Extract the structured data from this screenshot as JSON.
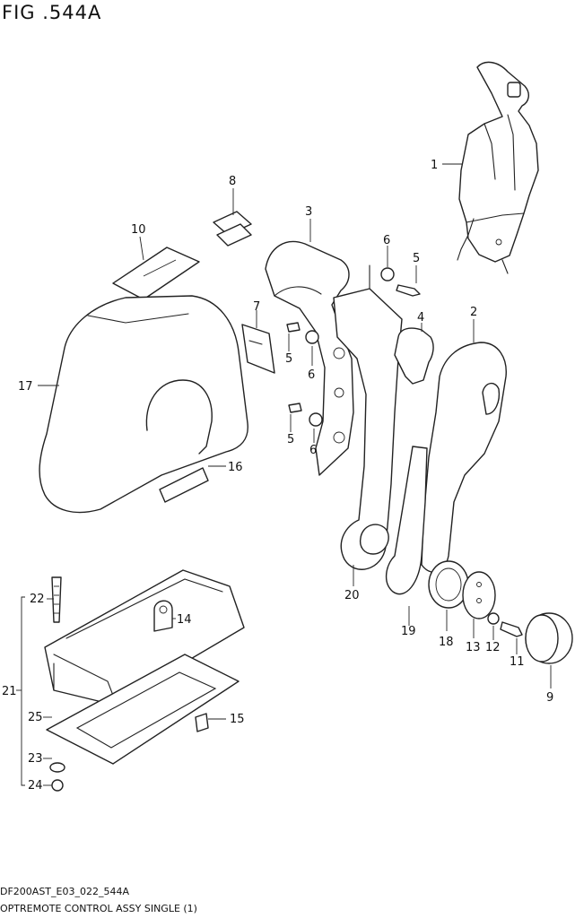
{
  "figure": {
    "title": "FIG .544A",
    "code": "DF200AST_E03_022_544A",
    "description": "OPTREMOTE CONTROL ASSY SINGLE (1)"
  },
  "callouts": {
    "c1": "1",
    "c2": "2",
    "c3": "3",
    "c4": "4",
    "c5a": "5",
    "c5b": "5",
    "c5c": "5",
    "c6a": "6",
    "c6b": "6",
    "c6c": "6",
    "c7": "7",
    "c8": "8",
    "c9": "9",
    "c10": "10",
    "c11": "11",
    "c12": "12",
    "c13": "13",
    "c14": "14",
    "c15": "15",
    "c16": "16",
    "c17": "17",
    "c18": "18",
    "c19": "19",
    "c20": "20",
    "c21": "21",
    "c22": "22",
    "c23": "23",
    "c24": "24",
    "c25": "25"
  }
}
